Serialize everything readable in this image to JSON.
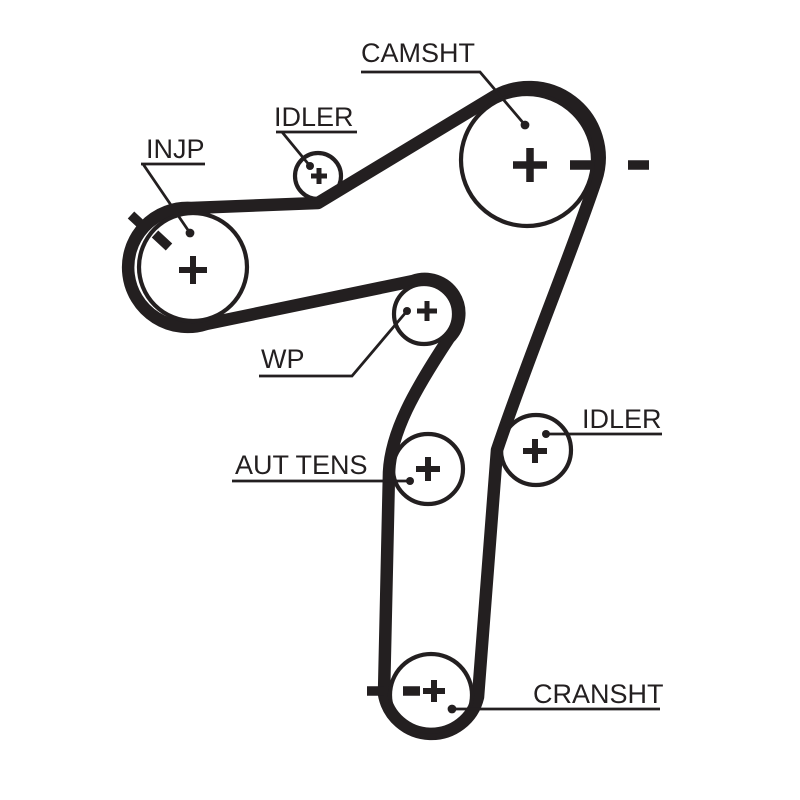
{
  "diagram": {
    "kind": "timing-belt-routing",
    "background_color": "#ffffff",
    "ink_color": "#231f20",
    "labels": {
      "camshaft": "CAMSHT",
      "idler_top": "IDLER",
      "injection_pump": "INJP",
      "water_pump": "WP",
      "auto_tensioner": "AUT TENS",
      "idler_lower": "IDLER",
      "crankshaft": "CRANSHT"
    },
    "pulleys": [
      {
        "id": "camshaft",
        "label": "CAMSHT",
        "center_mark": "plus",
        "timing_mark": "dashed-horizontal-right"
      },
      {
        "id": "idler-top",
        "label": "IDLER",
        "center_mark": "plus",
        "timing_mark": null
      },
      {
        "id": "injection-pump",
        "label": "INJP",
        "center_mark": "plus",
        "timing_mark": "dashed-diagonal-upper-left"
      },
      {
        "id": "water-pump",
        "label": "WP",
        "center_mark": "plus",
        "timing_mark": null
      },
      {
        "id": "auto-tensioner",
        "label": "AUT TENS",
        "center_mark": "plus",
        "timing_mark": null
      },
      {
        "id": "idler-lower",
        "label": "IDLER",
        "center_mark": "plus",
        "timing_mark": null
      },
      {
        "id": "crankshaft",
        "label": "CRANSHT",
        "center_mark": "plus",
        "timing_mark": "dashed-horizontal-left"
      }
    ]
  }
}
